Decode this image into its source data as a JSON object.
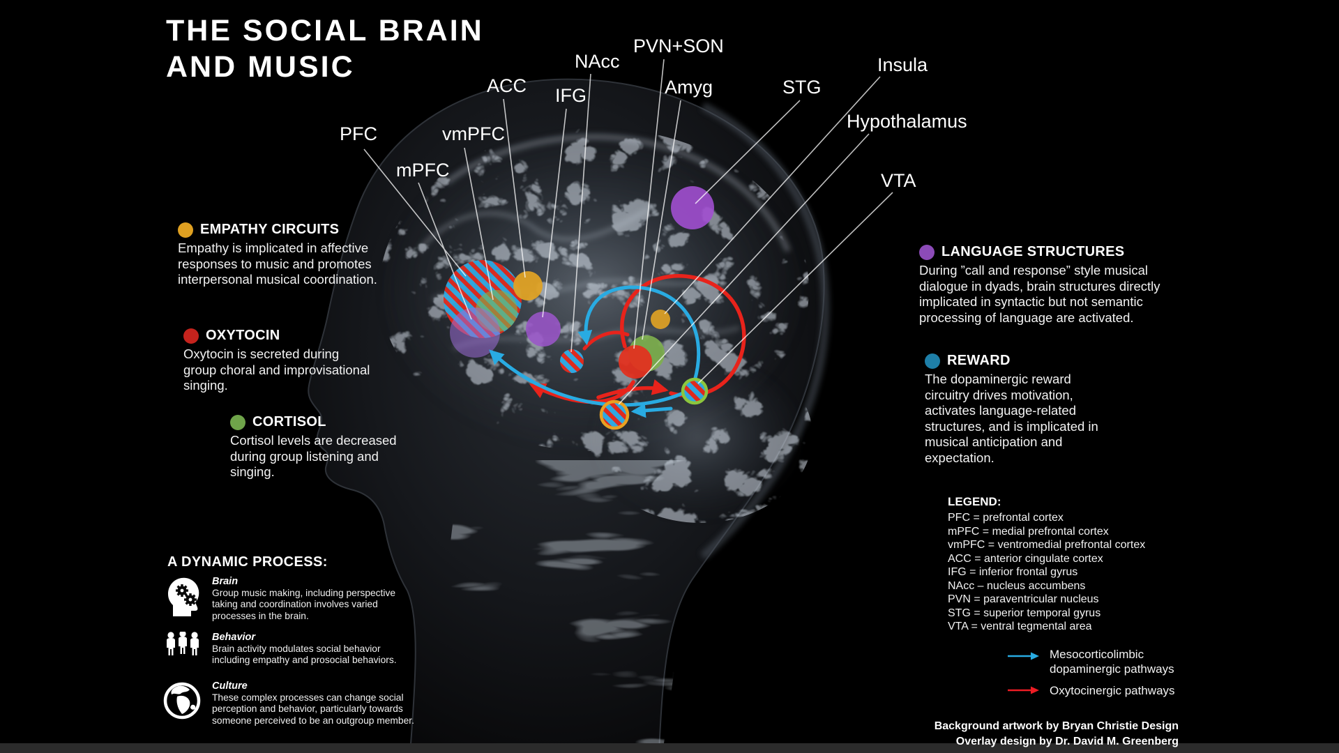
{
  "title": {
    "line1": "THE SOCIAL BRAIN",
    "line2": "AND MUSIC"
  },
  "brain_labels": {
    "pfc": "PFC",
    "mpfc": "mPFC",
    "vmpfc": "vmPFC",
    "acc": "ACC",
    "ifg": "IFG",
    "nacc": "NAcc",
    "pvnson": "PVN+SON",
    "amyg": "Amyg",
    "stg": "STG",
    "insula": "Insula",
    "hypothalamus": "Hypothalamus",
    "vta": "VTA"
  },
  "sections": {
    "empathy": {
      "heading": "EMPATHY CIRCUITS",
      "body": "Empathy is implicated in affective responses to music and promotes interpersonal musical coordination."
    },
    "oxytocin": {
      "heading": "OXYTOCIN",
      "body": "Oxytocin is secreted during group choral and improvisational singing."
    },
    "cortisol": {
      "heading": "CORTISOL",
      "body": "Cortisol levels are decreased during group listening and singing."
    },
    "language": {
      "heading": "LANGUAGE STRUCTURES",
      "body": "During ”call and response” style musical dialogue in dyads, brain structures directly implicated in syntactic but not semantic processing of language are activated."
    },
    "reward": {
      "heading": "REWARD",
      "body": "The dopaminergic reward circuitry drives motivation, activates language-related structures, and is implicated in musical anticipation and expectation."
    }
  },
  "dynamic_process": {
    "heading": "A DYNAMIC PROCESS:",
    "items": [
      {
        "icon": "brain-gears-icon",
        "title": "Brain",
        "body": "Group music making, including perspective taking and coordination involves varied processes in the brain."
      },
      {
        "icon": "people-icon",
        "title": "Behavior",
        "body": "Brain activity modulates social behavior including empathy and prosocial behaviors."
      },
      {
        "icon": "globe-icon",
        "title": "Culture",
        "body": "These complex processes can change social perception and behavior, particularly towards someone perceived to be an outgroup member."
      }
    ]
  },
  "legend": {
    "heading": "LEGEND:",
    "entries": [
      "PFC = prefrontal cortex",
      "mPFC = medial prefrontal cortex",
      "vmPFC = ventromedial prefrontal cortex",
      "ACC = anterior cingulate cortex",
      "IFG = inferior frontal gyrus",
      "NAcc – nucleus accumbens",
      "PVN = paraventricular nucleus",
      "STG = superior temporal gyrus",
      "VTA = ventral tegmental area"
    ]
  },
  "pathway_key": [
    {
      "label": "Mesocorticolimbic dopaminergic pathways",
      "color": "#29ABE2"
    },
    {
      "label": "Oxytocinergic pathways",
      "color": "#ED1C24"
    }
  ],
  "credits": {
    "line1": "Background artwork by Bryan Christie Design",
    "line2": "Overlay design by Dr. David M. Greenberg"
  },
  "colors": {
    "empathy": "#DFA021",
    "oxytocin": "#C5231D",
    "cortisol": "#6FA44A",
    "language": "#8C4BB8",
    "reward": "#1E7FA8",
    "stripe_blue": "#2FA8E1",
    "stripe_red": "#DF2A1E",
    "dopaminergic_pathway": "#29ABE2",
    "oxytocinergic_pathway": "#ED1C24"
  }
}
